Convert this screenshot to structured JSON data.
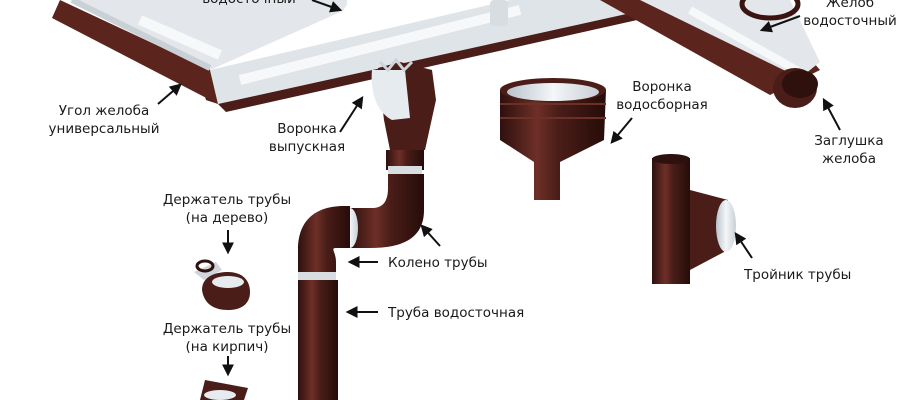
{
  "labels": {
    "gutter_connector": [
      "водосточный"
    ],
    "gutter": [
      "Желоб",
      "водосточный"
    ],
    "gutter_corner": [
      "Угол желоба",
      "универсальный"
    ],
    "outlet_funnel": [
      "Воронка",
      "выпускная"
    ],
    "collecting_funnel": [
      "Воронка",
      "водосборная"
    ],
    "gutter_end_cap": [
      "Заглушка",
      "желоба"
    ],
    "pipe_holder_wood": [
      "Держатель трубы",
      "(на дерево)"
    ],
    "pipe_elbow": [
      "Колено трубы"
    ],
    "pipe_tee": [
      "Тройник трубы"
    ],
    "downpipe": [
      "Труба водосточная"
    ],
    "pipe_holder_brick": [
      "Держатель трубы",
      "(на кирпич)"
    ]
  },
  "colors": {
    "metal_brown": "#4a1d18",
    "metal_brown_dark": "#2e100d",
    "metal_highlight": "#7a3a30",
    "inner_white": "#e8ecf0",
    "arrow": "#111111"
  }
}
